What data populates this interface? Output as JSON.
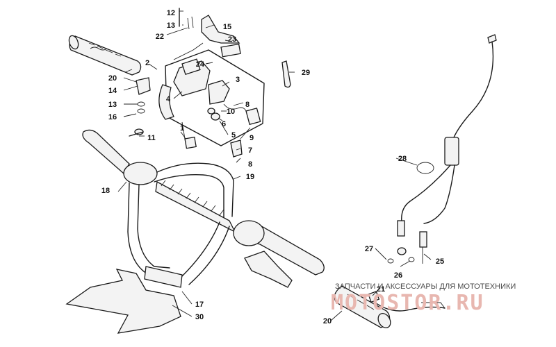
{
  "callouts": [
    {
      "id": "c1",
      "text": "1"
    },
    {
      "id": "c2",
      "text": "2"
    },
    {
      "id": "c3",
      "text": "3"
    },
    {
      "id": "c4",
      "text": "4"
    },
    {
      "id": "c5",
      "text": "5"
    },
    {
      "id": "c6",
      "text": "6"
    },
    {
      "id": "c7",
      "text": "7"
    },
    {
      "id": "c8a",
      "text": "8"
    },
    {
      "id": "c8b",
      "text": "8"
    },
    {
      "id": "c9",
      "text": "9"
    },
    {
      "id": "c10",
      "text": "10"
    },
    {
      "id": "c11",
      "text": "11"
    },
    {
      "id": "c12",
      "text": "12"
    },
    {
      "id": "c13a",
      "text": "13"
    },
    {
      "id": "c13b",
      "text": "13"
    },
    {
      "id": "c14",
      "text": "14"
    },
    {
      "id": "c15",
      "text": "15"
    },
    {
      "id": "c16",
      "text": "16"
    },
    {
      "id": "c17",
      "text": "17"
    },
    {
      "id": "c18",
      "text": "18"
    },
    {
      "id": "c19",
      "text": "19"
    },
    {
      "id": "c20a",
      "text": "20"
    },
    {
      "id": "c20b",
      "text": "20"
    },
    {
      "id": "c21",
      "text": "21"
    },
    {
      "id": "c22",
      "text": "22"
    },
    {
      "id": "c23",
      "text": "23"
    },
    {
      "id": "c24",
      "text": "24"
    },
    {
      "id": "c25",
      "text": "25"
    },
    {
      "id": "c26",
      "text": "26"
    },
    {
      "id": "c27",
      "text": "27"
    },
    {
      "id": "c28",
      "text": "28"
    },
    {
      "id": "c29",
      "text": "29"
    },
    {
      "id": "c30",
      "text": "30"
    }
  ],
  "watermark": {
    "caption": "ЗАПЧАСТИ И АКСЕССУАРЫ ДЛЯ МОТОТЕХНИКИ",
    "logo": "MOTOSTOR.RU",
    "logo_color": "#e8b7b0"
  },
  "colors": {
    "line": "#1a1a1a",
    "background": "#ffffff"
  }
}
